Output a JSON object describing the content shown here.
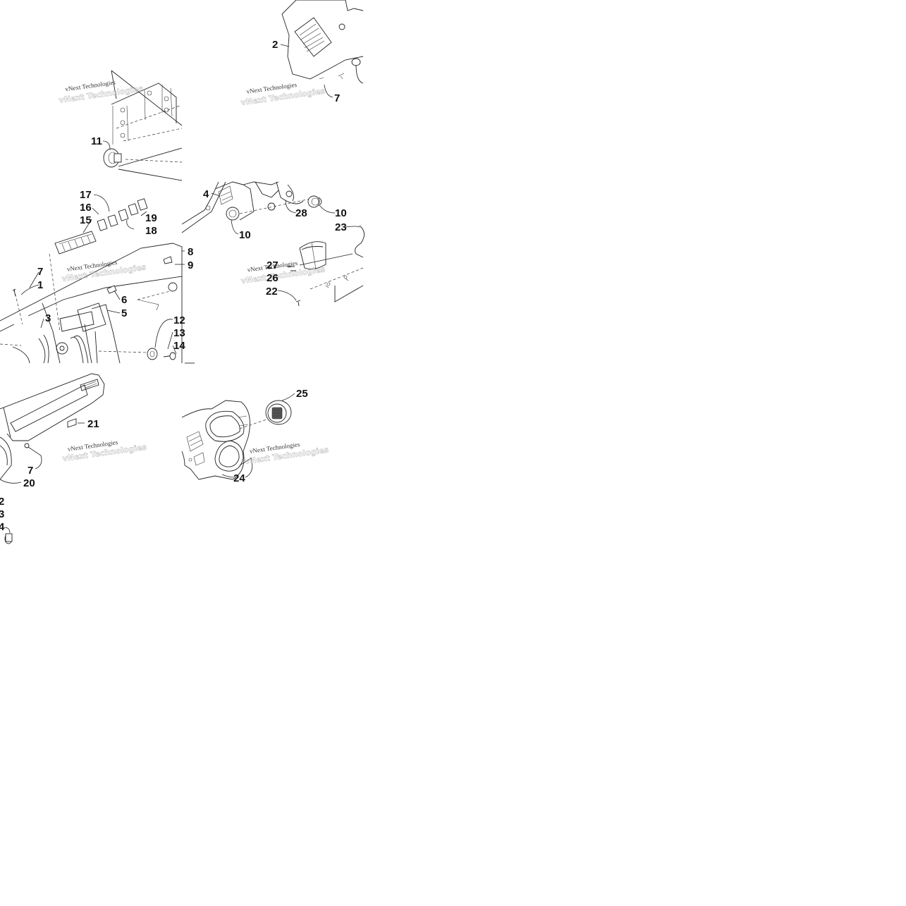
{
  "diagram": {
    "watermark_text": "vNext Technologies",
    "callouts": {
      "c2": "2",
      "c7a": "7",
      "c11": "11",
      "c17": "17",
      "c16": "16",
      "c15": "15",
      "c19": "19",
      "c18": "18",
      "c8": "8",
      "c9": "9",
      "c7b": "7",
      "c1": "1",
      "c6": "6",
      "c5": "5",
      "c3": "3",
      "c12": "12",
      "c13": "13",
      "c14": "14",
      "c4": "4",
      "c28": "28",
      "c10a": "10",
      "c10b": "10",
      "c23": "23",
      "c27": "27",
      "c26": "26",
      "c22": "22",
      "c21": "21",
      "c7c": "7",
      "c20": "20",
      "c2b": "2",
      "c3b": "3",
      "c4b": "4",
      "c25": "25",
      "c24": "24"
    }
  }
}
